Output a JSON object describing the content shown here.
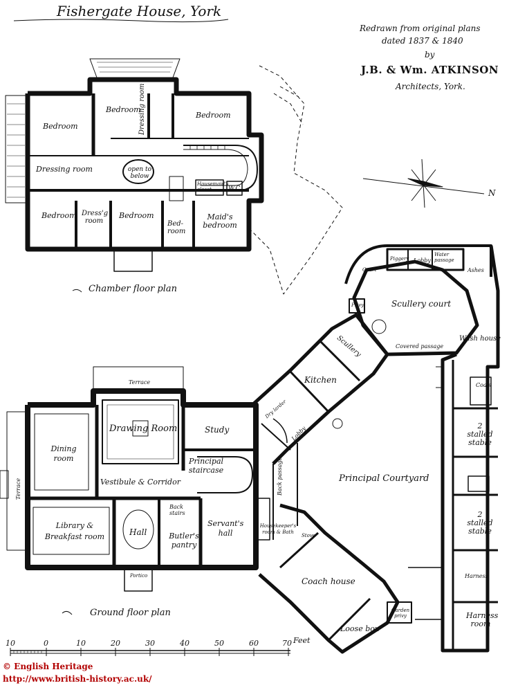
{
  "title": "Fishergate House, York",
  "attribution": {
    "line1": "Redrawn from original plans",
    "line2": "dated 1837 & 1840",
    "line3": "by",
    "architects": "J.B. & Wm. ATKINSON",
    "line5": "Architects, York."
  },
  "compass": {
    "north": "N"
  },
  "chamber_floor": {
    "caption": "Chamber floor plan",
    "rooms": {
      "bedroom_nw": "Bedroom",
      "bedroom_n": "Bedroom",
      "dressing_room_n": "Dressing room",
      "bedroom_ne": "Bedroom",
      "dressing_room_w": "Dressing room",
      "open_below": "open to below",
      "housemaids_closet": "Housemaid's closet",
      "wc": "W.C.",
      "bedroom_sw": "Bedroom",
      "dressg_room": "Dress'g room",
      "bedroom_s": "Bedroom",
      "bed_room": "Bed-room",
      "maids_bedroom": "Maid's bedroom"
    }
  },
  "ground_floor": {
    "caption": "Ground floor plan",
    "rooms": {
      "terrace": "Terrace",
      "drawing_room": "Drawing Room",
      "study": "Study",
      "dining_room": "Dining room",
      "principal_staircase": "Principal staircase",
      "vestibule": "Vestibule & Corridor",
      "terrace_west": "Terrace",
      "library": "Library & Breakfast room",
      "hall": "Hall",
      "back_stairs": "Back stairs",
      "butlers_pantry": "Butler's pantry",
      "servants_hall": "Servant's hall",
      "portico": "Portico"
    }
  },
  "offices": {
    "rooms": {
      "court": "Court",
      "piggery": "Piggery",
      "lobby_top": "Lobby",
      "water_passage": "Water passage",
      "ashes": "Ashes",
      "privy": "Privy",
      "scullery_court": "Scullery court",
      "scullery": "Scullery",
      "covered_passage": "Covered passage",
      "wash_house": "Wash house",
      "kitchen": "Kitchen",
      "coals": "Coals",
      "dry_larder": "Dry larder",
      "lobby": "Lobby",
      "stable_1": "2 stalled stable",
      "back_passage": "Back passage",
      "principal_courtyard": "Principal Courtyard",
      "stable_2": "2 stalled stable",
      "housekeepers_room": "Housekeeper's room & Bath",
      "stove": "Stove",
      "harness": "Harness",
      "coach_house": "Coach house",
      "garden_privy": "Garden privy",
      "loose_box": "Loose box",
      "harness_room": "Harness room"
    }
  },
  "scale": {
    "ticks": [
      "10",
      "0",
      "10",
      "20",
      "30",
      "40",
      "50",
      "60",
      "70"
    ],
    "unit": "Feet"
  },
  "credits": {
    "line1": "© English Heritage",
    "line2": "http://www.british-history.ac.uk/"
  }
}
